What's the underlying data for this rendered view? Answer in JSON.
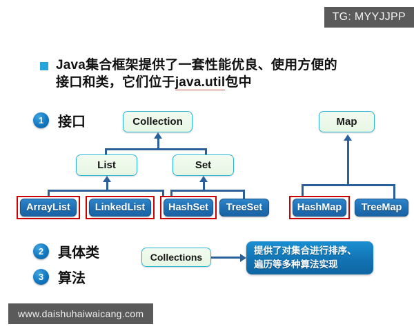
{
  "watermarks": {
    "tg": "TG: MYYJJPP",
    "site": "www.daishuhaiwaicang.com"
  },
  "title": {
    "line1": "Java集合框架提供了一套性能优良、使用方便的",
    "line2_before": "接口和类，它们位于",
    "line2_underlined": "java.util",
    "line2_after": "包中"
  },
  "legend": [
    {
      "num": "1",
      "label": "接口"
    },
    {
      "num": "2",
      "label": "具体类"
    },
    {
      "num": "3",
      "label": "算法"
    }
  ],
  "diagram": {
    "interfaces": [
      {
        "id": "collection",
        "label": "Collection"
      },
      {
        "id": "list",
        "label": "List"
      },
      {
        "id": "set",
        "label": "Set"
      },
      {
        "id": "map",
        "label": "Map"
      },
      {
        "id": "collections",
        "label": "Collections"
      }
    ],
    "classes": [
      {
        "id": "arraylist",
        "label": "ArrayList",
        "highlighted": "true"
      },
      {
        "id": "linkedlist",
        "label": "LinkedList",
        "highlighted": "true"
      },
      {
        "id": "hashset",
        "label": "HashSet",
        "highlighted": "true"
      },
      {
        "id": "treeset",
        "label": "TreeSet",
        "highlighted": "false"
      },
      {
        "id": "hashmap",
        "label": "HashMap",
        "highlighted": "true"
      },
      {
        "id": "treemap",
        "label": "TreeMap",
        "highlighted": "false"
      }
    ]
  },
  "callout": {
    "line1": "提供了对集合进行排序、",
    "line2": "遍历等多种算法实现"
  },
  "colors": {
    "bullet": "#29a3dc",
    "interface_fill": "#eaf7e6",
    "interface_border": "#2bb6d6",
    "class_fill": "#1f6fb4",
    "highlight": "#cc0000",
    "connector": "#2b5f99",
    "callout_fill": "#1273b4",
    "watermark_bg": "#5a5a5a"
  }
}
